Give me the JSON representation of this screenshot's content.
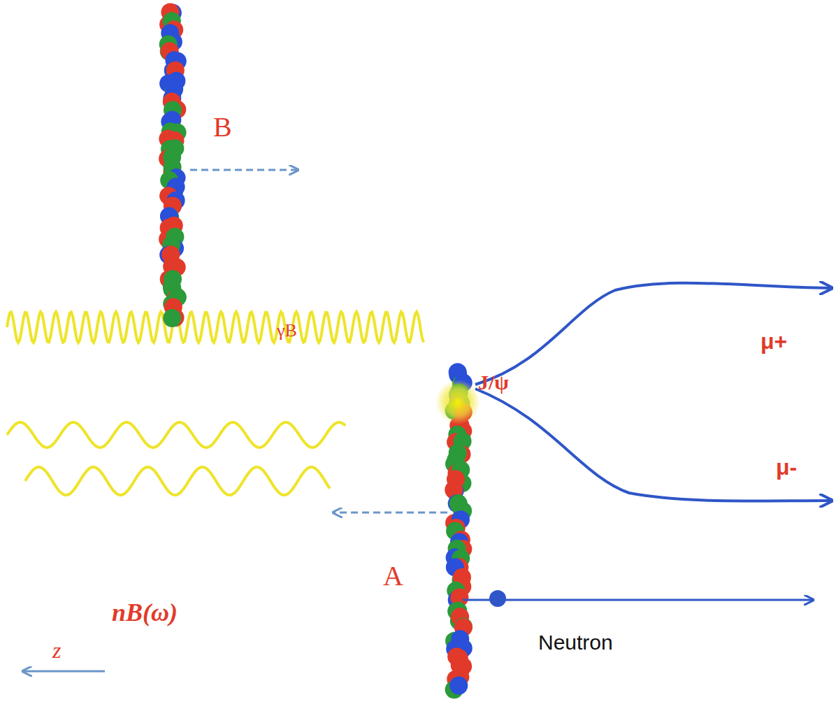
{
  "diagram": {
    "labels": [
      "B",
      "γB",
      "J/ψ",
      "μ+",
      "μ-",
      "A",
      "nB(ω)",
      "Neutron",
      "z"
    ]
  }
}
